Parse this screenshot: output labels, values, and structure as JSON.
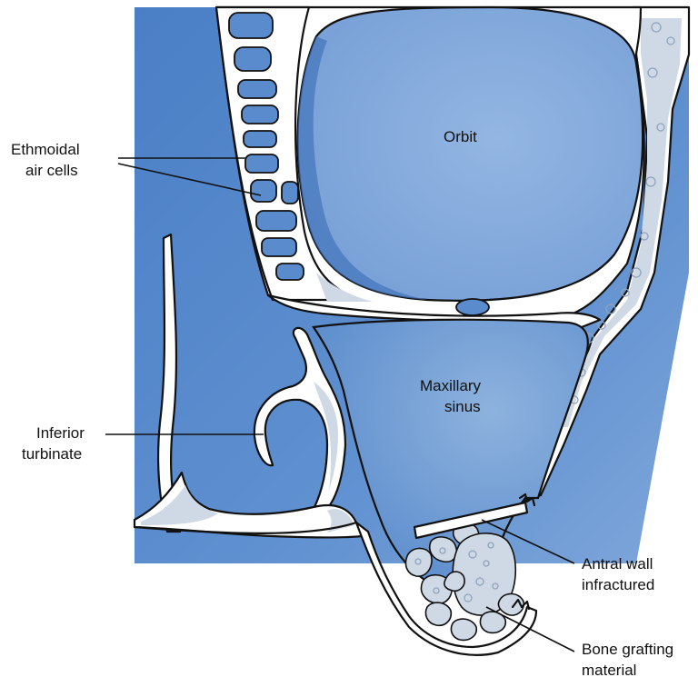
{
  "labels": {
    "orbit": "Orbit",
    "ethmoidal_line1": "Ethmoidal",
    "ethmoidal_line2": "air cells",
    "maxillary_line1": "Maxillary",
    "maxillary_line2": "sinus",
    "turbinate_line1": "Inferior",
    "turbinate_line2": "turbinate",
    "antral_line1": "Antral wall",
    "antral_line2": "infractured",
    "graft_line1": "Bone grafting",
    "graft_line2": "material"
  },
  "colors": {
    "tissue_blue": "#4f83c9",
    "tissue_light": "#8db2dd",
    "bone": "#ffffff",
    "spongy_bone": "#cfd9e6",
    "outline": "#111111"
  }
}
